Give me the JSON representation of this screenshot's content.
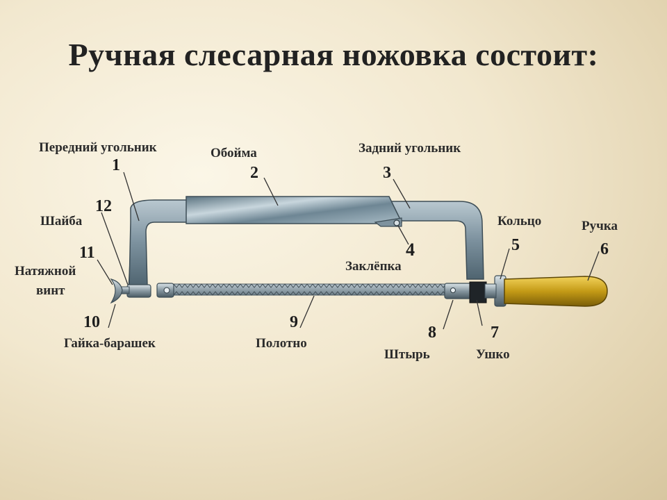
{
  "title": "Ручная слесарная ножовка состоит:",
  "parts": [
    {
      "num": "1",
      "name": "Передний угольник"
    },
    {
      "num": "2",
      "name": "Обойма"
    },
    {
      "num": "3",
      "name": "Задний угольник"
    },
    {
      "num": "4",
      "name": "Заклёпка"
    },
    {
      "num": "5",
      "name": "Кольцо"
    },
    {
      "num": "6",
      "name": "Ручка"
    },
    {
      "num": "7",
      "name": "Ушко"
    },
    {
      "num": "8",
      "name": "Штырь"
    },
    {
      "num": "9",
      "name": "Полотно"
    },
    {
      "num": "10",
      "name": "Гайка-барашек"
    },
    {
      "num": "11",
      "name": "Натяжной",
      "name2": "винт"
    },
    {
      "num": "12",
      "name": "Шайба"
    }
  ],
  "colors": {
    "frame": "#7f95a3",
    "handle": "#c9a31f",
    "blade": "#8a9aa5"
  }
}
